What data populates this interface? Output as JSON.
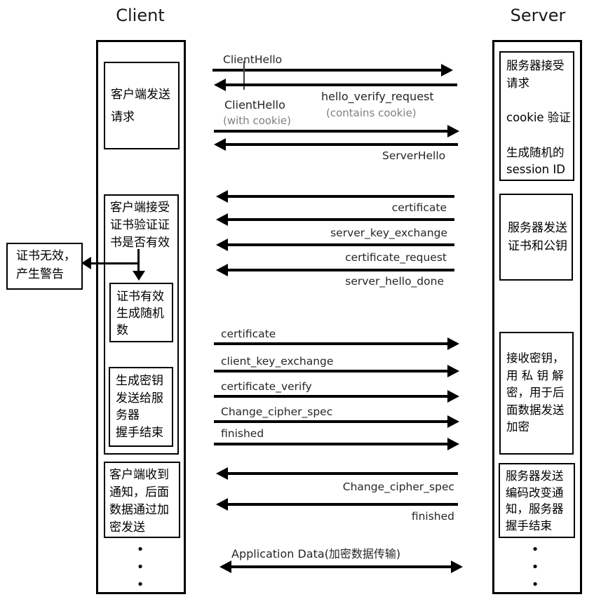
{
  "diagram": {
    "client_title": "Client",
    "server_title": "Server",
    "dots": "•\n•\n•"
  },
  "client": {
    "boxes": {
      "send_request": "客户端发送\n请求",
      "accept_cert": "客户端接受\n证书验证证\n书是否有效",
      "cert_valid": "证书有效\n生成随机\n数",
      "gen_key": "生成密钥\n发送给服\n务器\n握手结束",
      "received_notice": "客户端收到\n通知，后面\n数据通过加\n密发送"
    },
    "warning": "证书无效，\n产生警告"
  },
  "server": {
    "boxes": {
      "accept_request": "服务器接受\n请求\n\ncookie 验证\n\n生成随机的\nsession ID",
      "send_cert": "服务器发送\n证书和公钥",
      "receive_key": "接收密钥，\n用 私 钥 解\n密，用于后\n面数据发送\n加密",
      "change_notice": "服务器发送\n编码改变通\n知，服务器\n握手结束"
    }
  },
  "messages": {
    "client_hello": "ClientHello",
    "hello_verify_request": "hello_verify_request",
    "contains_cookie": "(contains cookie)",
    "client_hello2": "ClientHello",
    "with_cookie": "(with cookie)",
    "server_hello": "ServerHello",
    "certificate_s": "certificate",
    "server_key_exchange": "server_key_exchange",
    "certificate_request": "certificate_request",
    "server_hello_done": "server_hello_done",
    "certificate_c": "certificate",
    "client_key_exchange": "client_key_exchange",
    "certificate_verify": "certificate_verify",
    "change_cipher_spec_c": "Change_cipher_spec",
    "finished_c": "finished",
    "change_cipher_spec_s": "Change_cipher_spec",
    "finished_s": "finished",
    "application_data": "Application Data(加密数据传输)"
  },
  "colors": {
    "line": "#000000",
    "label": "#262626",
    "muted": "#7f7f7f"
  }
}
